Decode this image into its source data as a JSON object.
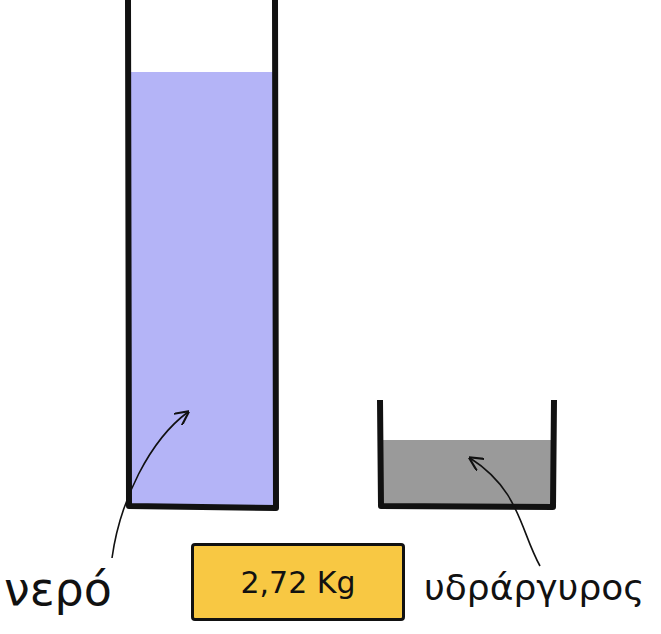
{
  "diagram": {
    "nodes": [
      {
        "text": [
          "2,72 Kg"
        ]
      }
    ],
    "labels": [
      "νερό",
      "υδράργυρος"
    ]
  }
}
